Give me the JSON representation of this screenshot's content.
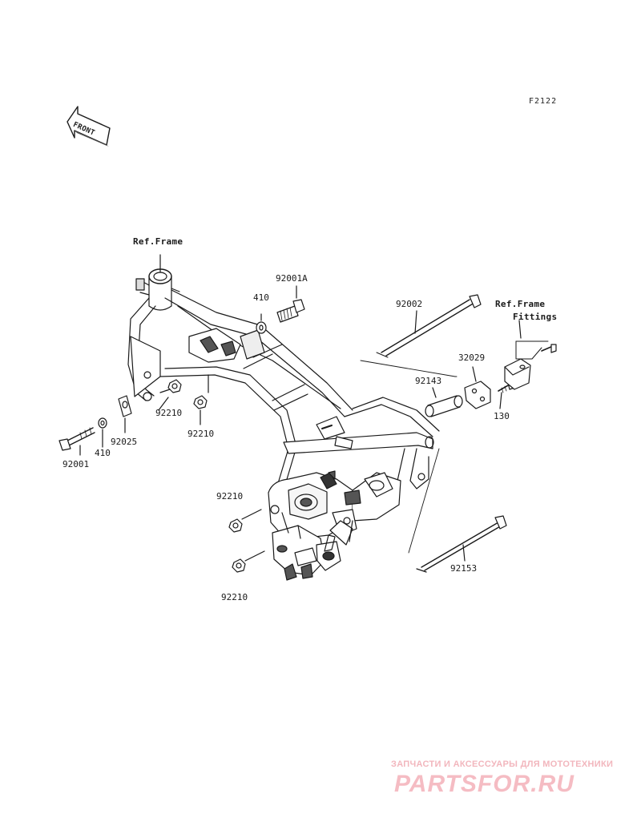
{
  "diagram_code": "F2122",
  "front_indicator": "FRONT",
  "labels": {
    "ref_frame_top": "Ref.Frame",
    "ref_frame_right": "Ref.Frame",
    "fittings": "Fittings",
    "p_92001A": "92001A",
    "p_410_top": "410",
    "p_92002": "92002",
    "p_32029": "32029",
    "p_92143": "92143",
    "p_130": "130",
    "p_92210_a": "92210",
    "p_92210_b": "92210",
    "p_92025": "92025",
    "p_410_left": "410",
    "p_92001": "92001",
    "p_92210_c": "92210",
    "p_92210_d": "92210",
    "p_92153": "92153"
  },
  "watermark": {
    "tagline": "ЗАПЧАСТИ И АКСЕССУАРЫ ДЛЯ МОТОТЕХНИКИ",
    "logo": "PARTSFOR.RU"
  }
}
